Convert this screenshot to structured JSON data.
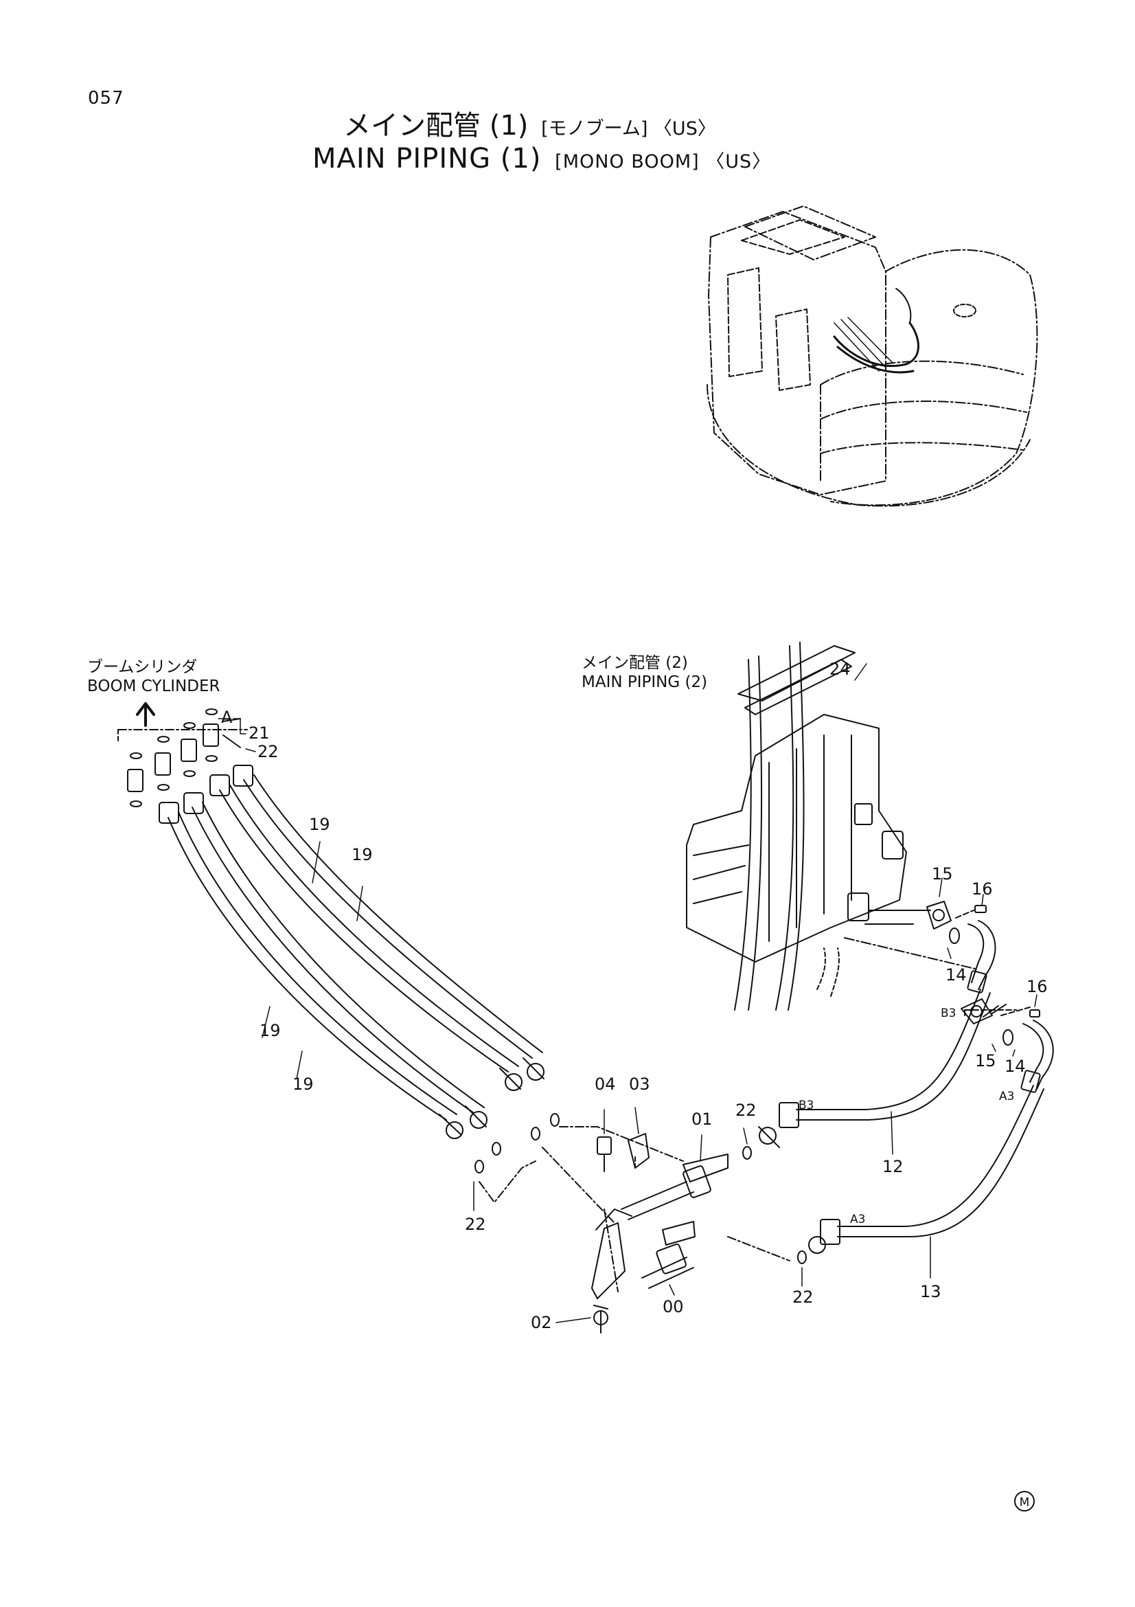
{
  "header": {
    "page_number": "057",
    "title_jp": "メイン配管 (1)",
    "title_jp_sub": "[モノブーム] 〈US〉",
    "title_en": "MAIN PIPING (1)",
    "title_en_sub": "[MONO BOOM] 〈US〉"
  },
  "references": {
    "boom_cylinder_jp": "ブームシリンダ",
    "boom_cylinder_en": "BOOM CYLINDER",
    "main_piping2_jp": "メイン配管 (2)",
    "main_piping2_en": "MAIN PIPING (2)"
  },
  "port_labels": [
    "A",
    "B3",
    "B3",
    "A3",
    "A3"
  ],
  "callouts": [
    "21",
    "22",
    "19",
    "19",
    "19",
    "19",
    "24",
    "15",
    "16",
    "14",
    "16",
    "15",
    "14",
    "04",
    "03",
    "01",
    "22",
    "12",
    "22",
    "00",
    "02",
    "22",
    "13"
  ],
  "footer_mark": "M"
}
